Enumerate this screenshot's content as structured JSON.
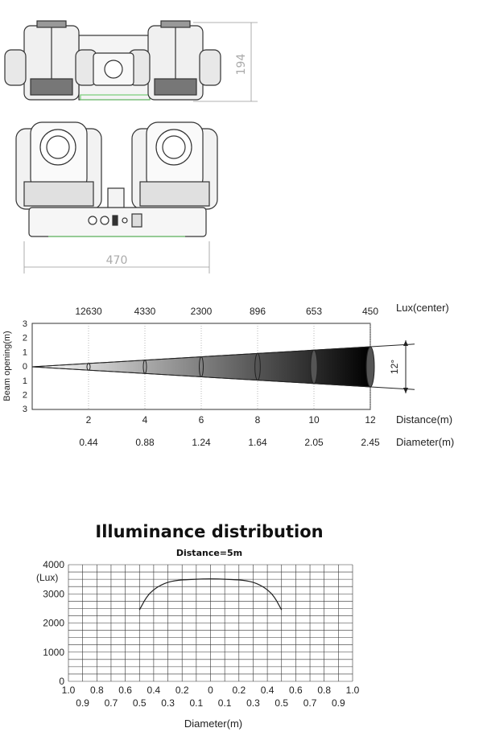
{
  "drawing": {
    "height_label": "194",
    "width_label": "470"
  },
  "beam_chart": {
    "lux": [
      {
        "distance": 2,
        "lux": "12630",
        "diameter": "0.44"
      },
      {
        "distance": 4,
        "lux": "4330",
        "diameter": "0.88"
      },
      {
        "distance": 6,
        "lux": "2300",
        "diameter": "1.24"
      },
      {
        "distance": 8,
        "lux": "896",
        "diameter": "1.64"
      },
      {
        "distance": 10,
        "lux": "653",
        "diameter": "2.05"
      },
      {
        "distance": 12,
        "lux": "450",
        "diameter": "2.45"
      }
    ],
    "lux_label": "Lux(center)",
    "distance_label": "Distance(m)",
    "diameter_label": "Diameter(m)",
    "y_axis_label": "Beam opening(m)",
    "y_ticks": [
      "3",
      "2",
      "1",
      "0",
      "1",
      "2",
      "3"
    ],
    "x_ticks": [
      "2",
      "4",
      "6",
      "8",
      "10",
      "12"
    ],
    "angle_label": "12°"
  },
  "chart_data": {
    "type": "line",
    "title": "Illuminance distribution",
    "subtitle": "Distance=5m",
    "xlabel": "Diameter(m)",
    "ylabel": "(Lux)",
    "xlim": [
      -1.0,
      1.0
    ],
    "ylim": [
      0,
      4000
    ],
    "grid": true,
    "y_ticks": [
      "4000",
      "3000",
      "2000",
      "1000",
      "0"
    ],
    "x_ticks_top": [
      "1.0",
      "0.8",
      "0.6",
      "0.4",
      "0.2",
      "0",
      "0.2",
      "0.4",
      "0.6",
      "0.8",
      "1.0"
    ],
    "x_ticks_bottom": [
      "0.9",
      "0.7",
      "0.5",
      "0.3",
      "0.1",
      "0.1",
      "0.3",
      "0.5",
      "0.7",
      "0.9"
    ],
    "series": [
      {
        "x": [
          -0.5,
          -0.45,
          -0.4,
          -0.35,
          -0.3,
          -0.25,
          -0.2,
          -0.1,
          0,
          0.1,
          0.2,
          0.25,
          0.3,
          0.35,
          0.4,
          0.45,
          0.5
        ],
        "values": [
          2450,
          2900,
          3150,
          3300,
          3400,
          3450,
          3480,
          3500,
          3520,
          3500,
          3480,
          3450,
          3400,
          3300,
          3150,
          2900,
          2450
        ]
      }
    ]
  }
}
